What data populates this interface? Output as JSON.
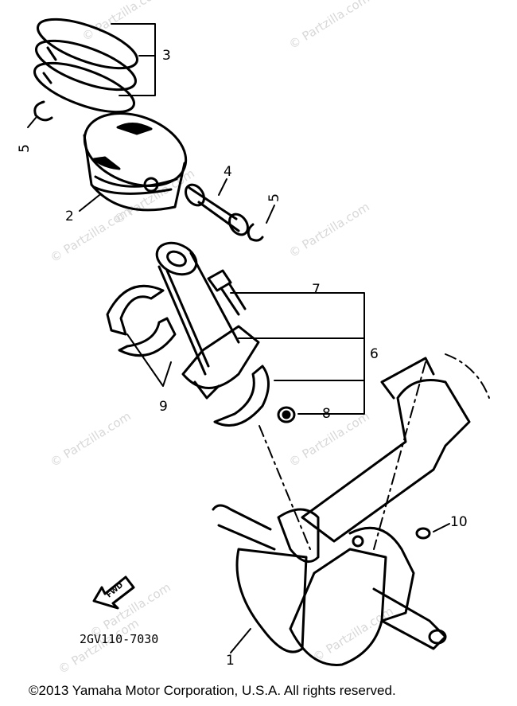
{
  "watermarks": [
    "© Partzilla.com",
    "© Partzilla.com",
    "© Partzilla.com",
    "© Partzilla.com",
    "© Partzilla.com",
    "© Partzilla.com",
    "© Partzilla.com",
    "© Partzilla.com",
    "© Partzilla.com",
    "© Partzilla.com"
  ],
  "callouts": {
    "c1": "1",
    "c2": "2",
    "c3": "3",
    "c4": "4",
    "c5a": "5",
    "c5b": "5",
    "c6": "6",
    "c7": "7",
    "c8": "8",
    "c9": "9",
    "c10": "10"
  },
  "fwd_label": "FWD",
  "diagram_code": "2GV110-7030",
  "copyright": "©2013 Yamaha Motor Corporation, U.S.A. All rights reserved."
}
